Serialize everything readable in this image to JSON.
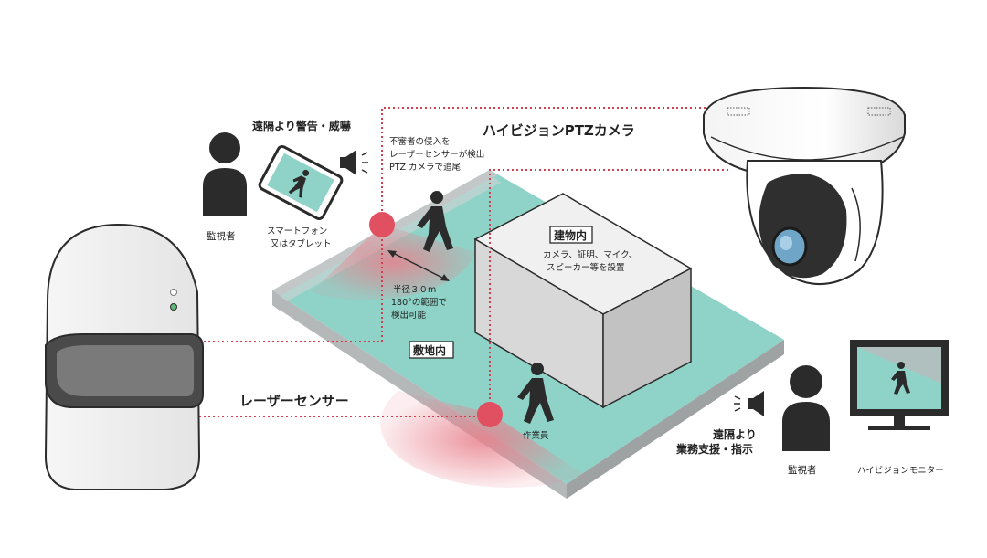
{
  "labels": {
    "camera_title": "ハイビジョンPTZカメラ",
    "laser_sensor": "レーザーセンサー",
    "remote_warning": "遠隔より警告・威嚇",
    "monitor_person_left": "監視者",
    "smartphone_line1": "スマートフォン",
    "smartphone_line2": "又はタブレット",
    "intrusion_line1": "不審者の侵入を",
    "intrusion_line2": "レーザーセンサーが検出",
    "intrusion_line3": "PTZ カメラで追尾",
    "building_title": "建物内",
    "building_line1": "カメラ、証明、マイク、",
    "building_line2": "スピーカー等を設置",
    "radius_line1": "半径３０m",
    "radius_line2": "180°の範囲で",
    "radius_line3": "検出可能",
    "premises": "敷地内",
    "worker": "作業員",
    "remote_support_line1": "遠隔より",
    "remote_support_line2": "業務支援・指示",
    "monitor_person_right": "監視者",
    "hd_monitor": "ハイビジョンモニター"
  },
  "colors": {
    "ground": "#8fd3c8",
    "ground_side": "#b9bcbd",
    "detect_zone": "#e8808c",
    "sensor_dot": "#e05060",
    "dotted_line": "#d04050",
    "dark": "#2b2b2b"
  },
  "icons": [
    "person-icon",
    "walking-person-icon",
    "tablet-icon",
    "speaker-icon",
    "ptz-camera-icon",
    "laser-sensor-icon",
    "monitor-icon",
    "building-icon"
  ]
}
